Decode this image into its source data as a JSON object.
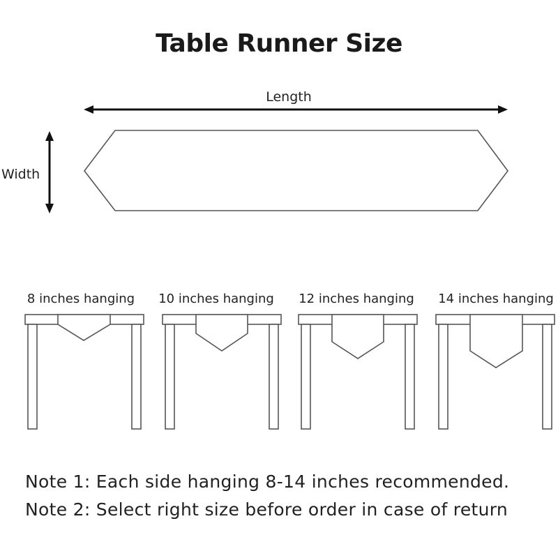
{
  "title": "Table Runner Size",
  "dimensions": {
    "length_label": "Length",
    "width_label": "Width"
  },
  "hanging_options": [
    {
      "label": "8 inches hanging",
      "inches": 8
    },
    {
      "label": "10 inches hanging",
      "inches": 10
    },
    {
      "label": "12 inches hanging",
      "inches": 12
    },
    {
      "label": "14 inches hanging",
      "inches": 14
    }
  ],
  "notes": [
    "Note 1: Each side hanging 8-14 inches recommended.",
    "Note 2: Select right size before order in case of return"
  ],
  "colors": {
    "line": "#555555",
    "arrow": "#111111",
    "text": "#222222"
  }
}
